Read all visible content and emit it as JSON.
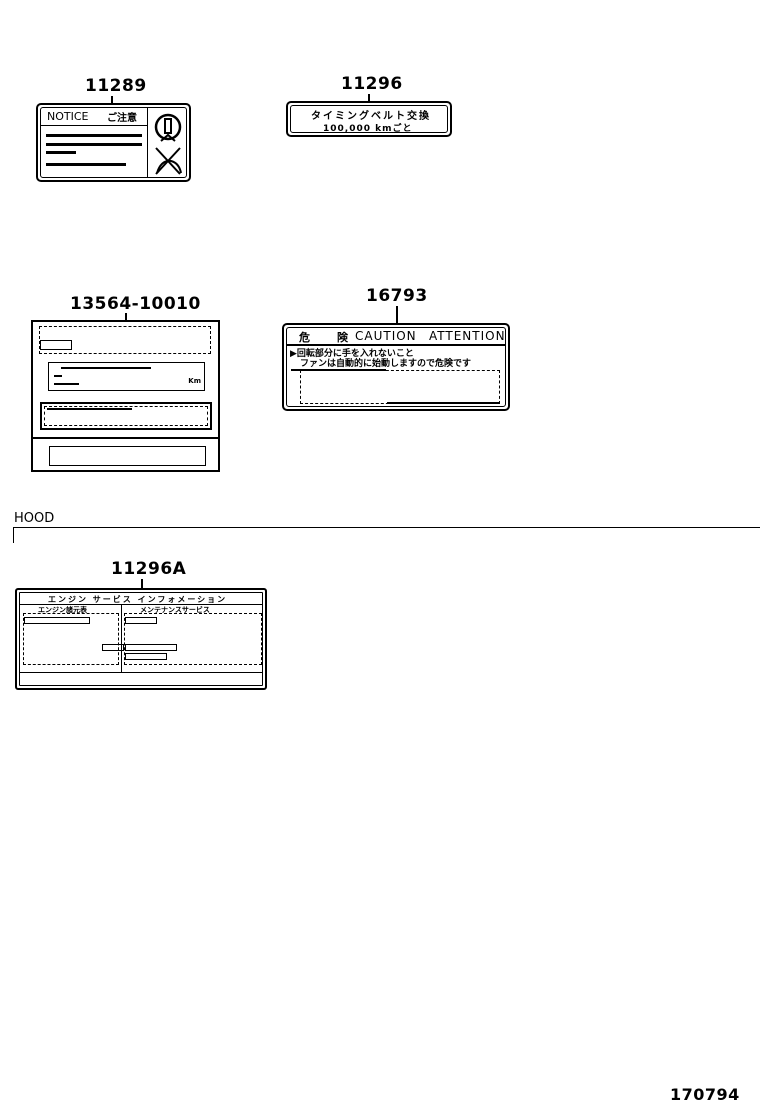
{
  "parts": {
    "p11289": {
      "number": "11289",
      "title": "NOTICE",
      "title_jp": "ご注意"
    },
    "p11296": {
      "number": "11296",
      "line1": "タイミングベルト交換",
      "line2": "100,000 kmごと"
    },
    "p13564": {
      "number": "13564-10010",
      "km": "Km"
    },
    "p16793": {
      "number": "16793",
      "header_jp": "危　険",
      "header_caution": "CAUTION",
      "header_attention": "ATTENTION",
      "line1": "▶回転部分に手を入れないこと",
      "line2": "ファンは自動的に始動しますので危険です"
    },
    "p11296A": {
      "number": "11296A",
      "header": "エンジン サービス インフォメーション",
      "left_title": "エンジン諸元表",
      "right_title": "メンテナンスサービス"
    }
  },
  "section": {
    "hood": "HOOD"
  },
  "diagram_id": "170794",
  "icons": [
    "tool-gauge-icon",
    "no-hand-icon"
  ]
}
